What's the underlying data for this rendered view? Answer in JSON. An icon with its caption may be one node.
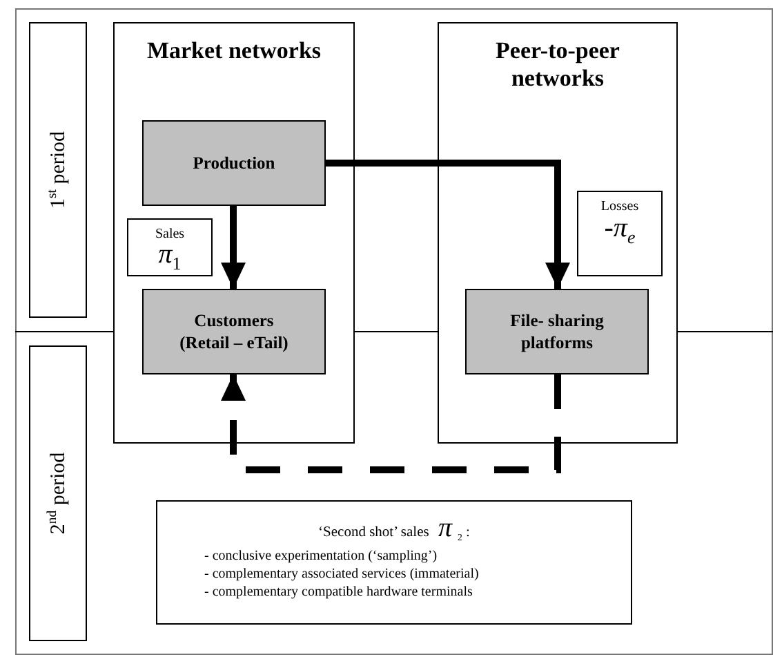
{
  "diagram": {
    "nodes": [
      {
        "text": [
          "1$^{st}$ period"
        ]
      },
      {
        "text": [
          "2$^{nd}$ period"
        ]
      },
      {
        "text": [
          "Market networks"
        ]
      },
      {
        "text": [
          "Production"
        ],
        "in": 2
      },
      {
        "text": [
          "Sales",
          "*π*$_{1}$"
        ],
        "in": 2
      },
      {
        "text": [
          "Customers (Retail – eTail)"
        ],
        "in": 2
      },
      {
        "text": [
          "Peer-to-peer networks"
        ]
      },
      {
        "text": [
          "Losses",
          "-*π*$_{e}$"
        ],
        "in": 6
      },
      {
        "text": [
          "File- sharing platforms"
        ],
        "in": 6
      },
      {
        "text": [
          "‘Second shot’ sales *π*$_{2}$ :",
          "- conclusive experimentation (‘sampling’)",
          "- complementary associated services (immaterial)",
          "- complementary compatible hardware terminals"
        ]
      }
    ],
    "edges": [
      {
        "from": 3,
        "to": 5,
        "arrow": "to"
      },
      {
        "from": 3,
        "to": 8,
        "arrow": "to"
      },
      {
        "from": 8,
        "to": 5,
        "arrow": "to",
        "style": "dashed"
      }
    ]
  }
}
